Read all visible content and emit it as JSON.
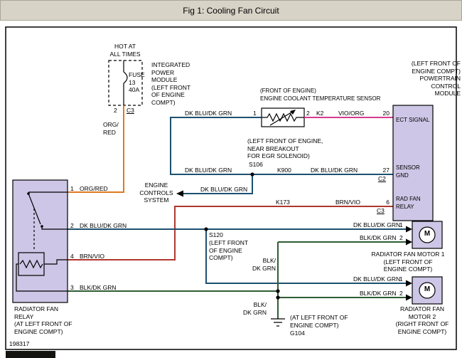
{
  "title": "Fig 1: Cooling Fan Circuit",
  "doc_number": "198317",
  "power": {
    "hot_label": "HOT AT\nALL TIMES",
    "fuse_label": "FUSE\n13\n40A",
    "pin": "2",
    "connector": "C3",
    "module": "INTEGRATED\nPOWER\nMODULE\n(LEFT FRONT\nOF ENGINE\nCOMPT)"
  },
  "sensor": {
    "label": "(FRONT OF ENGINE)\nENGINE COOLANT TEMPERATURE SENSOR",
    "pin1": "1",
    "pin2": "2"
  },
  "pcm": {
    "title": "(LEFT FRONT OF\nENGINE COMPT)\nPOWERTRAIN\nCONTROL\nMODULE",
    "pins": {
      "ect": "20",
      "gnd": "27",
      "relay": "6"
    },
    "connectors": {
      "gnd": "C2",
      "relay": "C3"
    },
    "labels": {
      "ect": "ECT SIGNAL",
      "gnd": "SENSOR\nGND",
      "relay": "RAD FAN\nRELAY"
    }
  },
  "relay": {
    "pins": [
      "1",
      "2",
      "4",
      "3"
    ],
    "pin_wires": [
      "ORG/RED",
      "DK BLU/DK GRN",
      "BRN/VIO",
      "BLK/DK GRN"
    ],
    "label": "RADIATOR FAN\nRELAY\n(AT LEFT FRONT OF\nENGINE COMPT)"
  },
  "ecs": {
    "label": "ENGINE\nCONTROLS\nSYSTEM"
  },
  "wires": {
    "org_red_v": "ORG/\nRED",
    "dk_blu_sensor": "DK BLU/DK GRN",
    "dk_blu_s106": "DK BLU/DK GRN",
    "dk_blu_pcm": "DK BLU/DK GRN",
    "dk_blu_ecs": "DK BLU/DK GRN",
    "k2": "K2",
    "vio_org": "VIO/ORG",
    "k900": "K900",
    "k173": "K173",
    "brn_vio": "BRN/VIO",
    "blk_grn_upper": "BLK/\nDK GRN",
    "blk_grn_lower": "BLK/\nDK GRN"
  },
  "splices": {
    "s106": {
      "name": "S106",
      "location": "(LEFT FRONT OF ENGINE,\nNEAR BREAKOUT\nFOR EGR SOLENOID)"
    },
    "s120": {
      "name": "S120",
      "location": "(LEFT FRONT\nOF ENGINE\nCOMPT)"
    }
  },
  "ground": {
    "name": "G104",
    "location": "(AT LEFT FRONT OF\nENGINE COMPT)"
  },
  "motor1": {
    "symbol": "M",
    "pin1": "1",
    "pin2": "2",
    "wire1": "DK BLU/DK GRN",
    "wire2": "BLK/DK GRN",
    "label": "RADIATOR FAN MOTOR 1\n(LEFT FRONT OF\nENGINE COMPT)"
  },
  "motor2": {
    "symbol": "M",
    "pin1": "1",
    "pin2": "2",
    "wire1": "DK BLU/DK GRN",
    "wire2": "BLK/DK GRN",
    "label": "RADIATOR FAN\nMOTOR 2\n(RIGHT FRONT OF\nENGINE COMPT)"
  },
  "colors": {
    "org_red": "#e0791f",
    "dk_blu_grn": "#1c5170",
    "vio_org": "#d83b8e",
    "brn_vio": "#b0372f",
    "blk_dk_grn": "#2f5d33",
    "module_fill": "#cdc6e6",
    "titlebar_bg": "#d8d3c7"
  }
}
